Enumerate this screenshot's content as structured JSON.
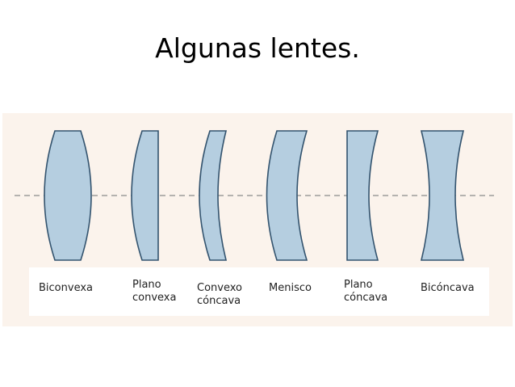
{
  "title": "Algunas lentes.",
  "colors": {
    "lens_fill": "#b5cee0",
    "lens_stroke": "#33536e",
    "panel_background": "#fbf3ec",
    "axis": "#8a8a8a"
  },
  "lenses": [
    {
      "id": "biconvexa",
      "label": "Biconvexa"
    },
    {
      "id": "plano-convexa",
      "label": "Plano\nconvexa"
    },
    {
      "id": "convexo-concava",
      "label": "Convexo\ncóncava"
    },
    {
      "id": "menisco",
      "label": "Menisco"
    },
    {
      "id": "plano-concava",
      "label": "Plano\ncóncava"
    },
    {
      "id": "biconcava",
      "label": "Bicóncava"
    }
  ]
}
